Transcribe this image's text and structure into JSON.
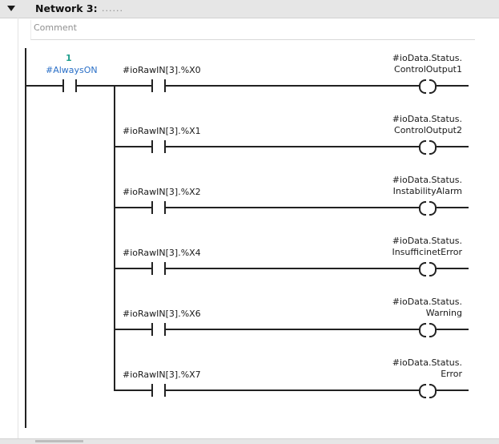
{
  "network": {
    "title": "Network 3:",
    "title_suffix": "......",
    "comment_placeholder": "Comment"
  },
  "always_on": {
    "value": "1",
    "operand": "#AlwaysON"
  },
  "rungs": [
    {
      "contact": "#ioRawIN[3].%X0",
      "coil_line1": "#ioData.Status.",
      "coil_line2": "ControlOutput1"
    },
    {
      "contact": "#ioRawIN[3].%X1",
      "coil_line1": "#ioData.Status.",
      "coil_line2": "ControlOutput2"
    },
    {
      "contact": "#ioRawIN[3].%X2",
      "coil_line1": "#ioData.Status.",
      "coil_line2": "InstabilityAlarm"
    },
    {
      "contact": "#ioRawIN[3].%X4",
      "coil_line1": "#ioData.Status.",
      "coil_line2": "InsufficinetError"
    },
    {
      "contact": "#ioRawIN[3].%X6",
      "coil_line1": "#ioData.Status.",
      "coil_line2": "Warning"
    },
    {
      "contact": "#ioRawIN[3].%X7",
      "coil_line1": "#ioData.Status.",
      "coil_line2": "Error"
    }
  ]
}
